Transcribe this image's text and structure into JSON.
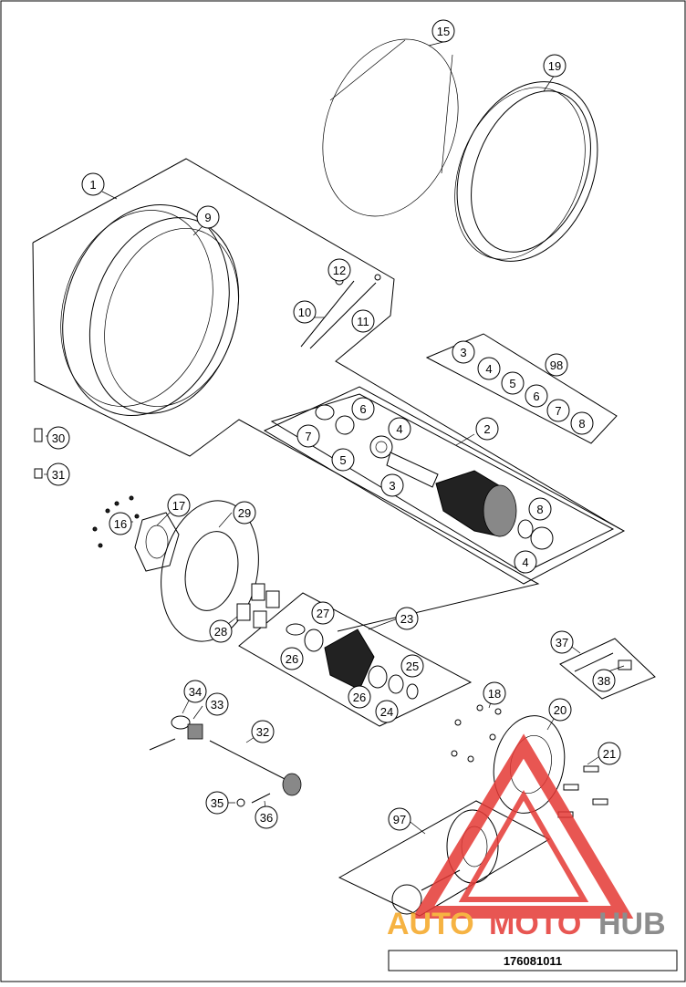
{
  "diagram_number": "176081011",
  "watermark": {
    "part1": "AUTO",
    "part2": "MOTO",
    "part3": "HUB",
    "color_orange": "#f5a623",
    "color_red": "#e53935",
    "color_grey": "#7a7a7a"
  },
  "callouts": {
    "c1": "1",
    "c2": "2",
    "c3a": "3",
    "c3b": "3",
    "c4a": "4",
    "c4b": "4",
    "c4c": "4",
    "c5a": "5",
    "c5b": "5",
    "c6a": "6",
    "c6b": "6",
    "c7a": "7",
    "c7b": "7",
    "c8a": "8",
    "c8b": "8",
    "c9": "9",
    "c10": "10",
    "c11": "11",
    "c12": "12",
    "c15": "15",
    "c16": "16",
    "c17": "17",
    "c18": "18",
    "c19": "19",
    "c20": "20",
    "c21": "21",
    "c23": "23",
    "c24": "24",
    "c25": "25",
    "c26a": "26",
    "c26b": "26",
    "c27": "27",
    "c28": "28",
    "c29": "29",
    "c30": "30",
    "c31": "31",
    "c32": "32",
    "c33": "33",
    "c34": "34",
    "c35": "35",
    "c36": "36",
    "c37": "37",
    "c38": "38",
    "c97": "97",
    "c98": "98"
  }
}
